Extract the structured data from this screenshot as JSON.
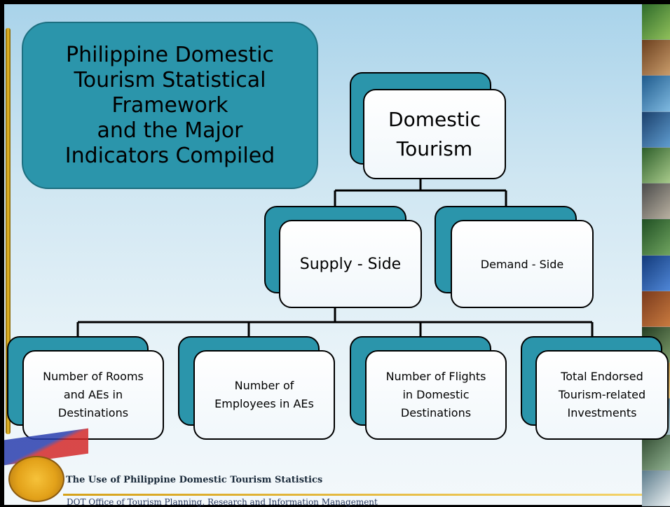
{
  "title": "Philippine Domestic\nTourism Statistical\nFramework\nand the Major\nIndicators Compiled",
  "diagram": {
    "root": "Domestic\nTourism",
    "level2": [
      "Supply - Side",
      "Demand - Side"
    ],
    "level3": [
      "Number of Rooms\nand AEs in\nDestinations",
      "Number of\nEmployees in AEs",
      "Number of Flights\nin Domestic\nDestinations",
      "Total Endorsed\nTourism-related\nInvestments"
    ]
  },
  "footer": {
    "title": "The Use of Philippine Domestic Tourism Statistics",
    "subtitle": "DOT Office of Tourism Planning, Research and Information Management"
  },
  "colors": {
    "teal": "#2b95ab",
    "gold_accent": "#f2c22a"
  }
}
